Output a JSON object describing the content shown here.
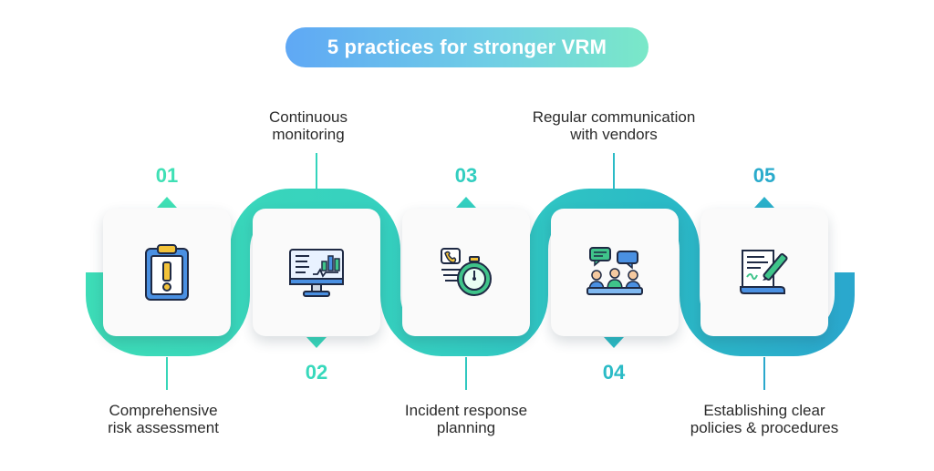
{
  "title": "5 practices for stronger VRM",
  "colors": {
    "accent_green": "#3fe0b5",
    "accent_teal": "#2bbbc6",
    "accent_blue": "#2a9fd0",
    "label_text": "#2b2b2b"
  },
  "steps": [
    {
      "number": "01",
      "label_line1": "Comprehensive",
      "label_line2": "risk assessment",
      "icon": "clipboard-alert-icon"
    },
    {
      "number": "02",
      "label_line1": "Continuous",
      "label_line2": "monitoring",
      "icon": "monitor-dashboard-icon"
    },
    {
      "number": "03",
      "label_line1": "Incident response",
      "label_line2": "planning",
      "icon": "phone-stopwatch-icon"
    },
    {
      "number": "04",
      "label_line1": "Regular communication",
      "label_line2": "with vendors",
      "icon": "team-meeting-icon"
    },
    {
      "number": "05",
      "label_line1": "Establishing clear",
      "label_line2": "policies & procedures",
      "icon": "document-signing-icon"
    }
  ]
}
